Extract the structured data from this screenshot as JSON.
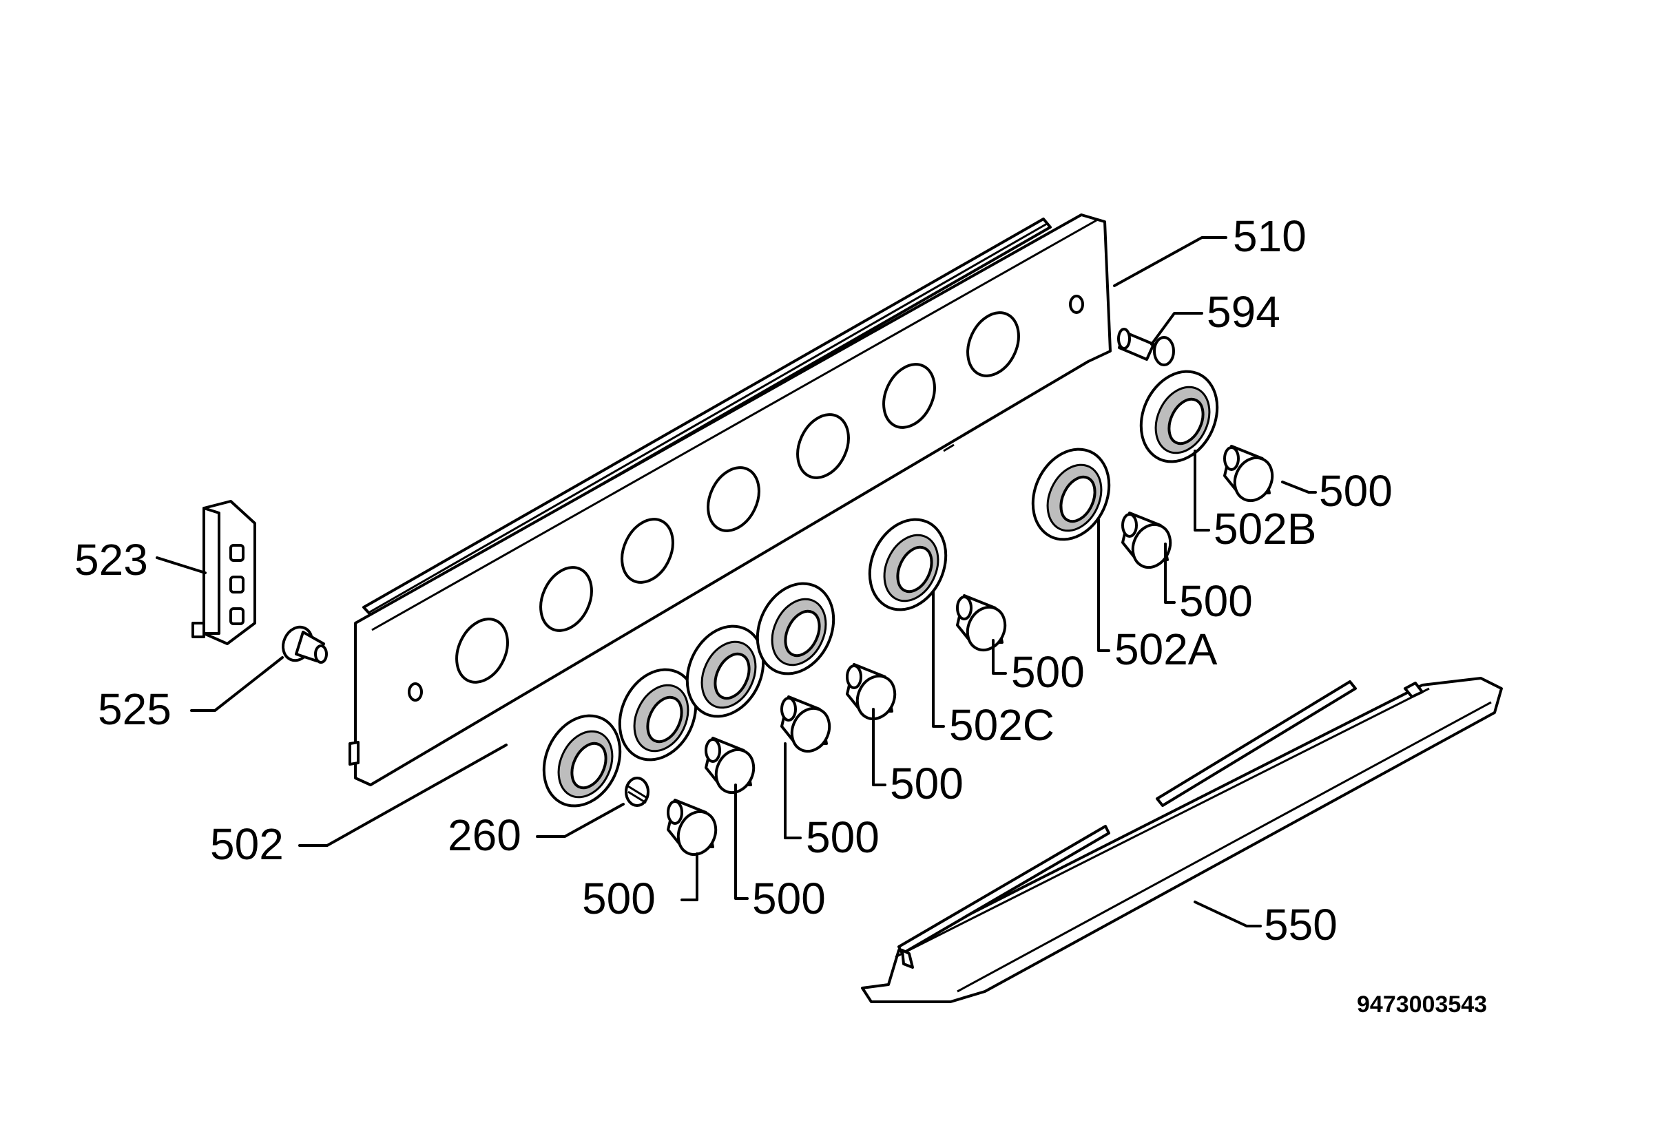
{
  "diagram": {
    "drawing_number": "9473003543",
    "callouts": {
      "p510": "510",
      "p594": "594",
      "p500_a": "500",
      "p502B": "502B",
      "p500_b": "500",
      "p502A": "502A",
      "p500_c": "500",
      "p502C": "502C",
      "p500_d": "500",
      "p523": "523",
      "p525": "525",
      "p502": "502",
      "p260": "260",
      "p500_e": "500",
      "p500_f": "500",
      "p500_g": "500",
      "p550": "550"
    }
  }
}
